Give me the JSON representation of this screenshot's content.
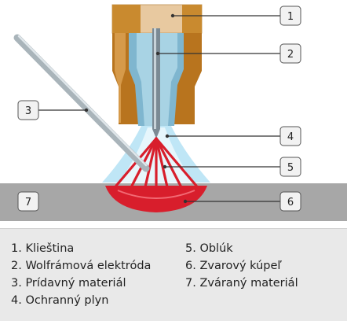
{
  "callouts": [
    {
      "number": "1"
    },
    {
      "number": "2"
    },
    {
      "number": "3"
    },
    {
      "number": "4"
    },
    {
      "number": "5"
    },
    {
      "number": "6"
    },
    {
      "number": "7"
    }
  ],
  "legend": {
    "left": [
      "1. Klieština",
      "2. Wolfrámová elektróda",
      "3. Prídavný materiál",
      "4. Ochranný plyn"
    ],
    "right": [
      "5. Oblúk",
      "6. Zvarový kúpeľ",
      "7. Zváraný materiál"
    ]
  },
  "colors": {
    "collet": "#e8c9a0",
    "nozzle": "#b8741e",
    "nozzle_inner": "#7fb6cf",
    "electrode": "#8c9aa3",
    "filler_rod": "#a9b4ba",
    "shielding_gas": "#a9daf0",
    "arc": "#d81e2c",
    "weld_pool": "#d81e2c",
    "workpiece": "#a7a7a7",
    "legend_background": "#e9e9e9"
  }
}
